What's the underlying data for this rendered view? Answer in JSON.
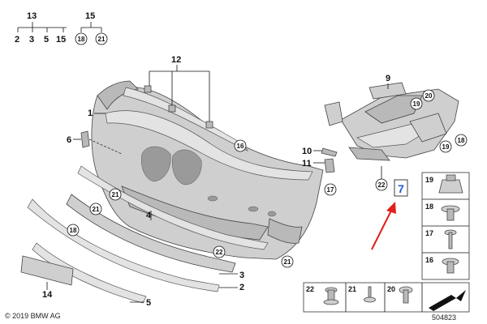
{
  "groups": {
    "g13": {
      "main": "13",
      "subs": [
        "2",
        "3",
        "5",
        "15"
      ]
    },
    "g15": {
      "main": "15",
      "subs": [
        "18",
        "21"
      ]
    }
  },
  "callouts": {
    "c1": "1",
    "c2": "2",
    "c3": "3",
    "c4": "4",
    "c5": "5",
    "c6": "6",
    "c7": "7",
    "c9": "9",
    "c10": "10",
    "c11": "11",
    "c12": "12",
    "c14": "14",
    "c16a": "16",
    "c17a": "17",
    "c18a": "18",
    "c18b": "18",
    "c19a": "19",
    "c19b": "19",
    "c20a": "20",
    "c21a": "21",
    "c21b": "21",
    "c21c": "21",
    "c22a": "22",
    "c22b": "22"
  },
  "side_table": [
    "19",
    "18",
    "17",
    "16"
  ],
  "bottom_table": [
    "22",
    "21",
    "20"
  ],
  "footer": {
    "copyright": "© 2019 BMW AG",
    "ref": "504823"
  },
  "colors": {
    "part": "#cfcfcf",
    "highlight": "#1e5bd8",
    "arrow": "#e0201b"
  }
}
